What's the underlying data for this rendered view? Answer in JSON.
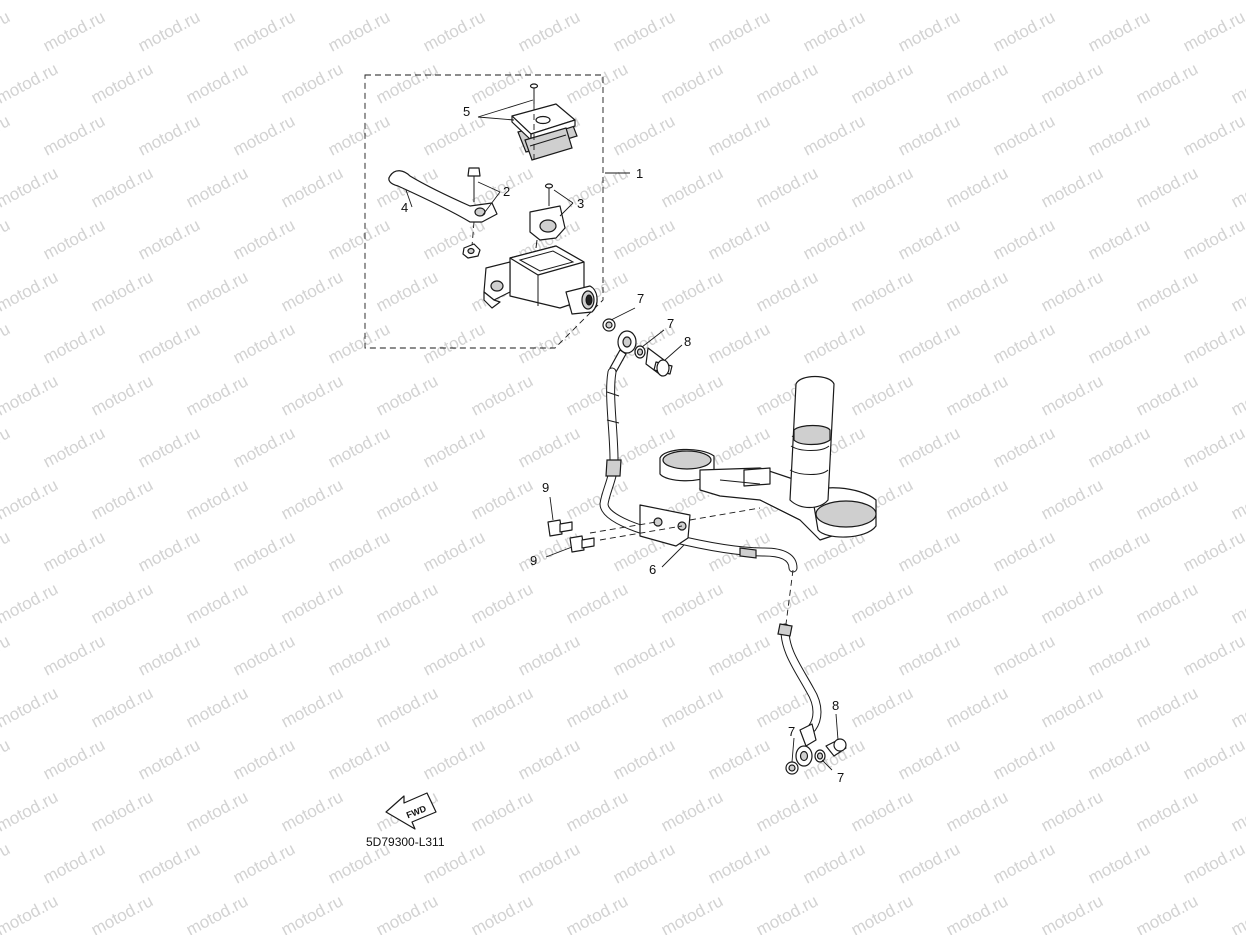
{
  "watermark": "motod.ru",
  "diagram_code": "5D79300-L311",
  "fwd_label": "FWD",
  "callouts": [
    "1",
    "2",
    "3",
    "4",
    "5",
    "6",
    "7",
    "7",
    "7",
    "7",
    "8",
    "8",
    "9",
    "9"
  ]
}
